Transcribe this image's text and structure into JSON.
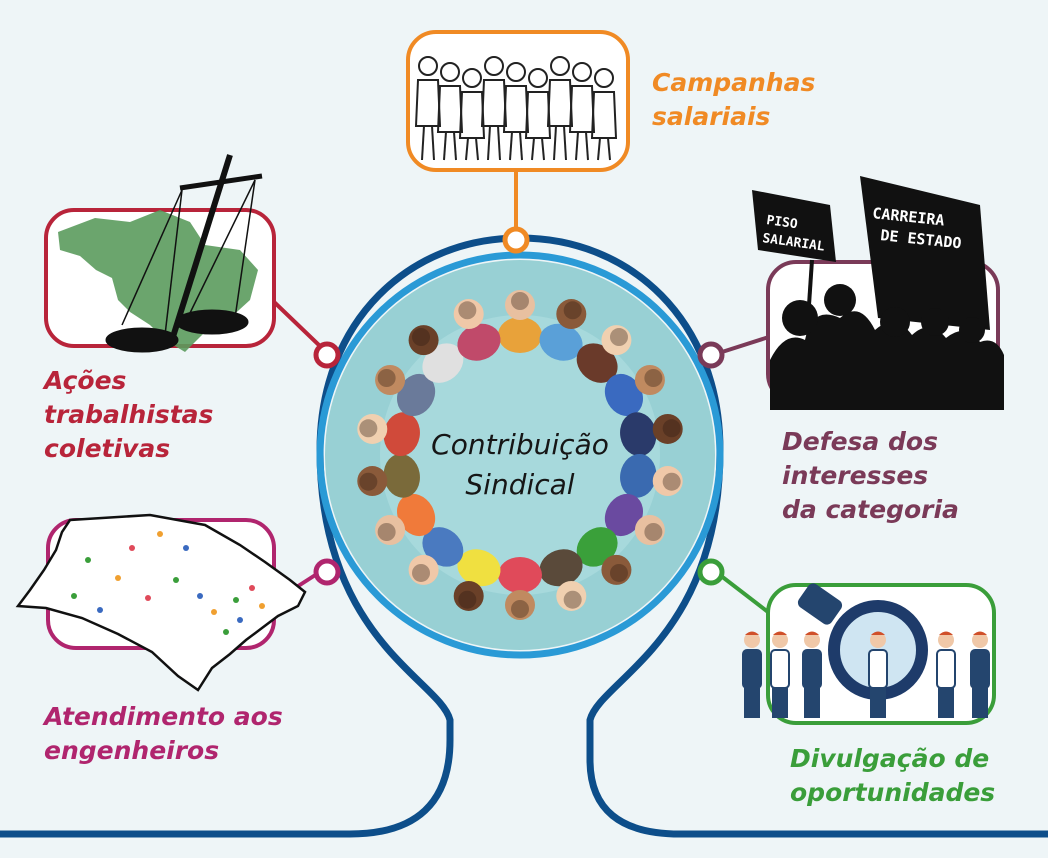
{
  "center": {
    "line1": "Contribuição",
    "line2": "Sindical"
  },
  "topics": [
    {
      "id": "campanhas",
      "lines": [
        "Campanhas",
        "salariais"
      ],
      "color": "#f08a24",
      "icon": "crowd-sketch-icon"
    },
    {
      "id": "acoes",
      "lines": [
        "Ações",
        "trabalhistas",
        "coletivas"
      ],
      "color": "#b8243a",
      "icon": "scales-of-justice-icon"
    },
    {
      "id": "defesa",
      "lines": [
        "Defesa dos",
        "interesses",
        "da categoria"
      ],
      "color": "#7a3a58",
      "icon": "protest-silhouette-icon"
    },
    {
      "id": "atendimento",
      "lines": [
        "Atendimento aos",
        "engenheiros"
      ],
      "color": "#b0256e",
      "icon": "sao-paulo-map-icon"
    },
    {
      "id": "divulgacao",
      "lines": [
        "Divulgação de",
        "oportunidades"
      ],
      "color": "#3a9e3a",
      "icon": "magnifier-recruitment-icon"
    }
  ],
  "signs": {
    "left": [
      "PISO",
      "SALARIAL"
    ],
    "right": [
      "CARREIRA",
      "DE ESTADO"
    ]
  },
  "colors": {
    "ring_outer": "#0d4e8a",
    "ring_inner": "#2a9ad6",
    "disc": "#98d0d4",
    "background": "#eef5f7"
  }
}
